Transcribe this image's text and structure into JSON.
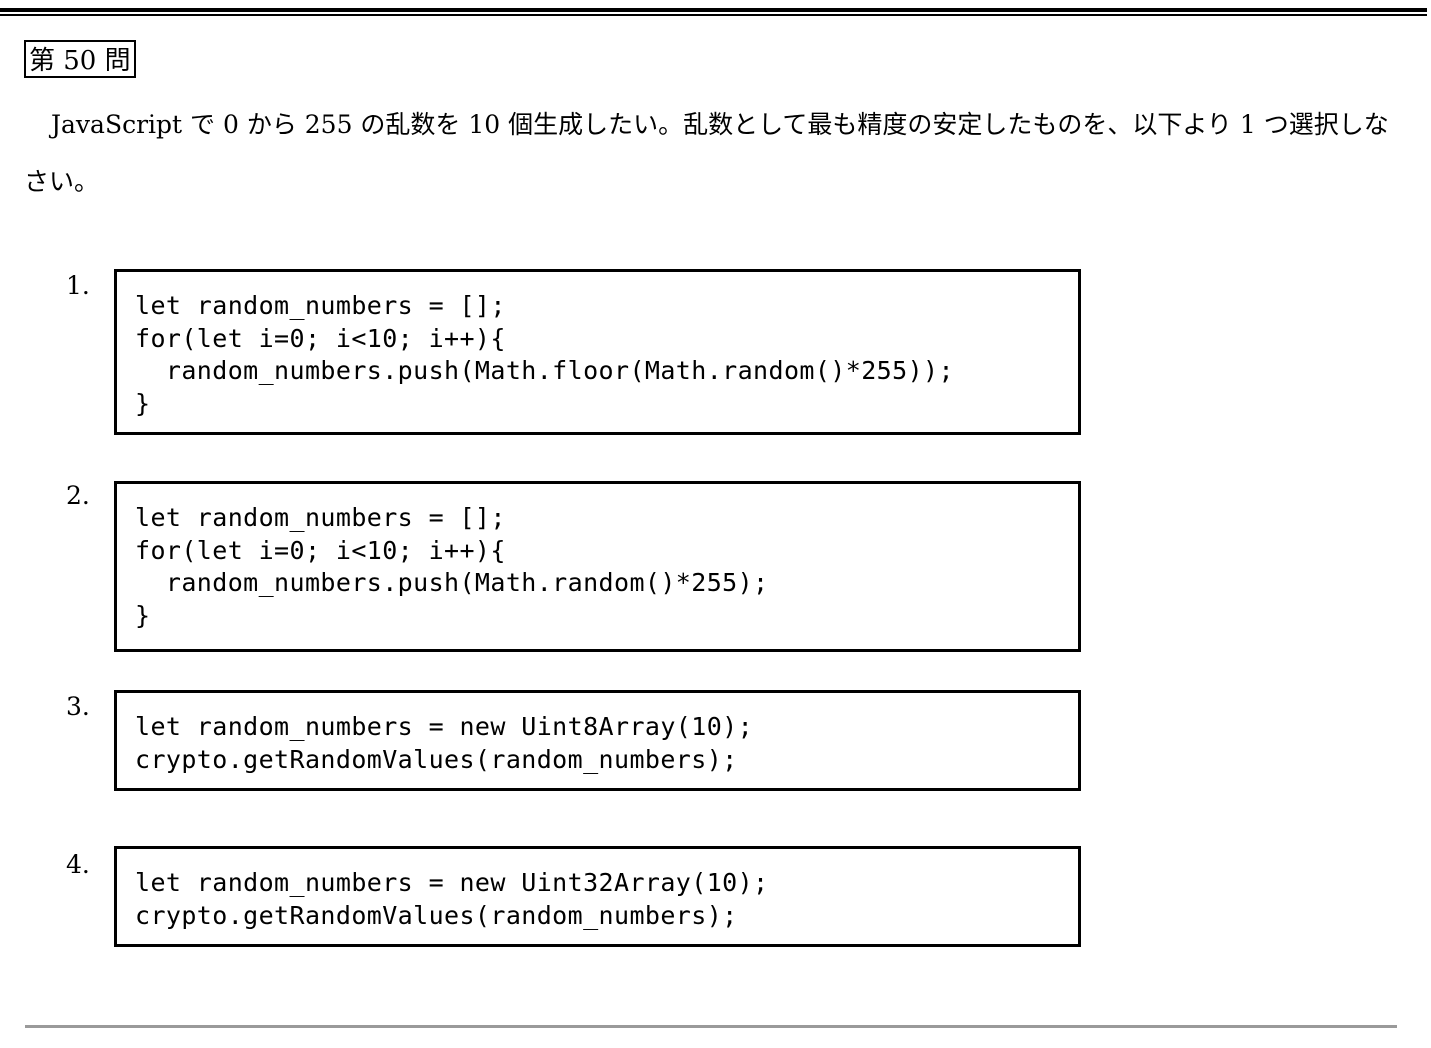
{
  "question": {
    "number": "第 50 問",
    "text": "JavaScript で 0 から 255 の乱数を 10 個生成したい。乱数として最も精度の安定したものを、以下より 1 つ選択しなさい。"
  },
  "choices": [
    {
      "label": "1.",
      "code": [
        "let random_numbers = [];",
        "for(let i=0; i<10; i++){",
        "  random_numbers.push(Math.floor(Math.random()*255));",
        "}"
      ]
    },
    {
      "label": "2.",
      "code": [
        "let random_numbers = [];",
        "for(let i=0; i<10; i++){",
        "  random_numbers.push(Math.random()*255);",
        "}"
      ]
    },
    {
      "label": "3.",
      "code": [
        "let random_numbers = new Uint8Array(10);",
        "crypto.getRandomValues(random_numbers);"
      ]
    },
    {
      "label": "4.",
      "code": [
        "let random_numbers = new Uint32Array(10);",
        "crypto.getRandomValues(random_numbers);"
      ]
    }
  ]
}
